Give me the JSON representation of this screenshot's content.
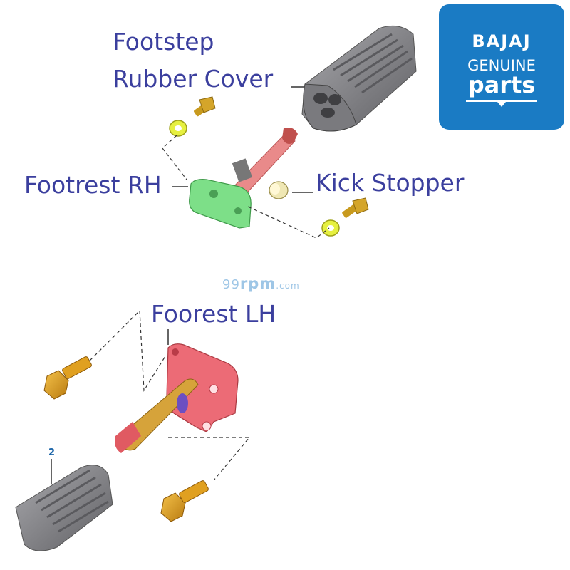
{
  "labels": {
    "footstep_line1": "Footstep",
    "footstep_line2": "Rubber Cover",
    "footrest_rh": "Footrest RH",
    "kick_stopper": "Kick Stopper",
    "foorest_lh": "Foorest LH"
  },
  "watermark": {
    "prefix": "99",
    "main": "rpm",
    "suffix": ".com"
  },
  "logo": {
    "brand": "BAJAJ",
    "line2": "GENUINE",
    "line3": "parts"
  },
  "callout": "2",
  "colors": {
    "label_text": "#3b3f9e",
    "logo_bg": "#1a7bc4",
    "rubber": "#8a8a8e",
    "footrest_rh": "#6dd17a",
    "footrest_lh": "#e86a74",
    "bolt": "#e3a21a",
    "washer": "#e6f040"
  },
  "icons": [
    "footstep-rubber-icon",
    "footrest-rh-icon",
    "kick-stopper-icon",
    "bolt-icon",
    "washer-icon",
    "footrest-lh-icon"
  ]
}
